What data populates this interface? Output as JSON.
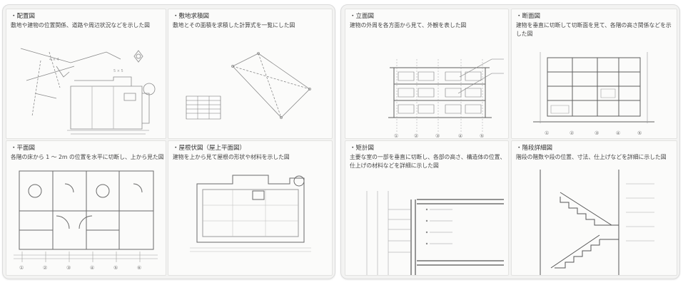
{
  "left_sheet": {
    "panels": [
      {
        "title": "・配置図",
        "desc": "敷地や建物の位置関係、道路や周辺状況などを示した図"
      },
      {
        "title": "・敷地求積図",
        "desc": "敷地とその面積を求積した計算式を一覧にした図"
      },
      {
        "title": "・平面図",
        "desc": "各階の床から 1 ～ 2m の位置を水平に切断し、上から見た図"
      },
      {
        "title": "・屋根伏図（屋上平面図）",
        "desc": "建物を上から見て屋根の形状や材料を示した図"
      }
    ]
  },
  "right_sheet": {
    "panels": [
      {
        "title": "・立面図",
        "desc": "建物の外周を各方面から見て、外観を表した図"
      },
      {
        "title": "・断面図",
        "desc": "建物を垂直に切断して切断面を見て、各階の高さ関係などを示した図"
      },
      {
        "title": "・矩計図",
        "desc": "主要な室の一部を垂直に切断し、各部の高さ、構造体の位置、\n仕上げの材料などを詳細に示した図"
      },
      {
        "title": "・階段詳細図",
        "desc": "階段の階数や段の位置、寸法、仕上げなどを詳細に示した図"
      }
    ]
  },
  "grid_marks": [
    "①",
    "②",
    "③",
    "④",
    "⑤",
    "⑥"
  ]
}
